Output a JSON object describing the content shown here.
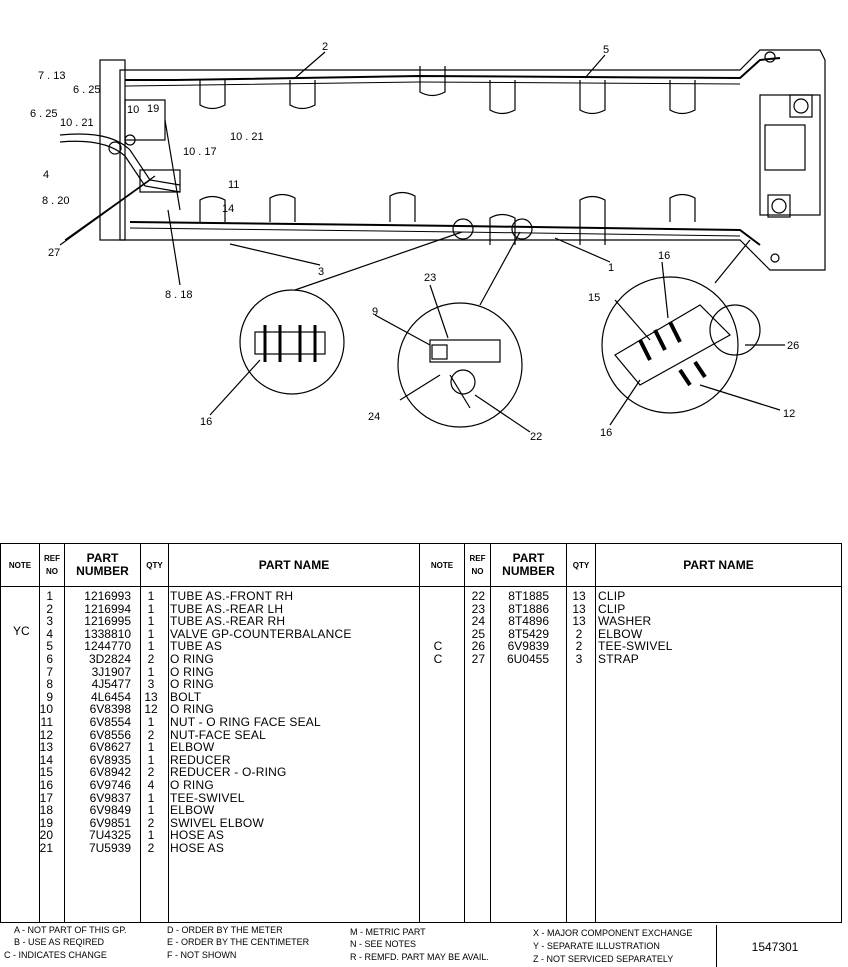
{
  "diagram": {
    "callouts": [
      "2",
      "5",
      "7 . 13",
      "6 . 25",
      "10",
      "19",
      "6 . 25",
      "10 . 21",
      "10 . 21",
      "10 . 17",
      "4",
      "11",
      "8 . 20",
      "14",
      "27",
      "3",
      "1",
      "8 . 18",
      "23",
      "9",
      "16",
      "15",
      "26",
      "12",
      "16",
      "16",
      "24",
      "22"
    ]
  },
  "table": {
    "headers": {
      "note": "NOTE",
      "ref_no": "REF NO",
      "part_number": "PART NUMBER",
      "qty": "QTY",
      "part_name": "PART NAME"
    },
    "left_note": "YC",
    "left_rows": [
      {
        "ref": "1",
        "part": "1216993",
        "qty": "1",
        "name": "TUBE AS.-FRONT RH"
      },
      {
        "ref": "2",
        "part": "1216994",
        "qty": "1",
        "name": "TUBE AS.-REAR LH"
      },
      {
        "ref": "3",
        "part": "1216995",
        "qty": "1",
        "name": "TUBE AS.-REAR RH"
      },
      {
        "ref": "4",
        "part": "1338810",
        "qty": "1",
        "name": "VALVE GP-COUNTERBALANCE"
      },
      {
        "ref": "5",
        "part": "1244770",
        "qty": "1",
        "name": "TUBE AS"
      },
      {
        "ref": "6",
        "part": "3D2824",
        "qty": "2",
        "name": "O RING"
      },
      {
        "ref": "7",
        "part": "3J1907",
        "qty": "1",
        "name": "O RING"
      },
      {
        "ref": "8",
        "part": "4J5477",
        "qty": "3",
        "name": "O RING"
      },
      {
        "ref": "9",
        "part": "4L6454",
        "qty": "13",
        "name": "BOLT"
      },
      {
        "ref": "10",
        "part": "6V8398",
        "qty": "12",
        "name": "O RING"
      },
      {
        "ref": "11",
        "part": "6V8554",
        "qty": "1",
        "name": "NUT - O RING FACE SEAL"
      },
      {
        "ref": "12",
        "part": "6V8556",
        "qty": "2",
        "name": "NUT-FACE SEAL"
      },
      {
        "ref": "13",
        "part": "6V8627",
        "qty": "1",
        "name": "ELBOW"
      },
      {
        "ref": "14",
        "part": "6V8935",
        "qty": "1",
        "name": "REDUCER"
      },
      {
        "ref": "15",
        "part": "6V8942",
        "qty": "2",
        "name": "REDUCER - O-RING"
      },
      {
        "ref": "16",
        "part": "6V9746",
        "qty": "4",
        "name": "O RING"
      },
      {
        "ref": "17",
        "part": "6V9837",
        "qty": "1",
        "name": "TEE-SWIVEL"
      },
      {
        "ref": "18",
        "part": "6V9849",
        "qty": "1",
        "name": "ELBOW"
      },
      {
        "ref": "19",
        "part": "6V9851",
        "qty": "2",
        "name": "SWIVEL ELBOW"
      },
      {
        "ref": "20",
        "part": "7U4325",
        "qty": "1",
        "name": "HOSE AS"
      },
      {
        "ref": "21",
        "part": "7U5939",
        "qty": "2",
        "name": "HOSE AS"
      }
    ],
    "right_rows": [
      {
        "note": "",
        "ref": "22",
        "part": "8T1885",
        "qty": "13",
        "name": "CLIP"
      },
      {
        "note": "",
        "ref": "23",
        "part": "8T1886",
        "qty": "13",
        "name": "CLIP"
      },
      {
        "note": "",
        "ref": "24",
        "part": "8T4896",
        "qty": "13",
        "name": "WASHER"
      },
      {
        "note": "",
        "ref": "25",
        "part": "8T5429",
        "qty": "2",
        "name": "ELBOW"
      },
      {
        "note": "C",
        "ref": "26",
        "part": "6V9839",
        "qty": "2",
        "name": "TEE-SWIVEL"
      },
      {
        "note": "C",
        "ref": "27",
        "part": "6U0455",
        "qty": "3",
        "name": "STRAP"
      }
    ]
  },
  "legend": {
    "a": "A - NOT PART OF THIS GP.",
    "b": "B - USE AS REQIRED",
    "c": "C - INDICATES CHANGE",
    "d": "D - ORDER BY THE METER",
    "e": "E - ORDER BY THE CENTIMETER",
    "f": "F - NOT SHOWN",
    "m": "M - METRIC PART",
    "n": "N - SEE NOTES",
    "r": "R - REMFD. PART MAY BE AVAIL.",
    "x": "X - MAJOR COMPONENT EXCHANGE",
    "y": "Y - SEPARATE ILLUSTRATION",
    "z": "Z - NOT SERVICED SEPARATELY",
    "drawing_number": "1547301"
  }
}
